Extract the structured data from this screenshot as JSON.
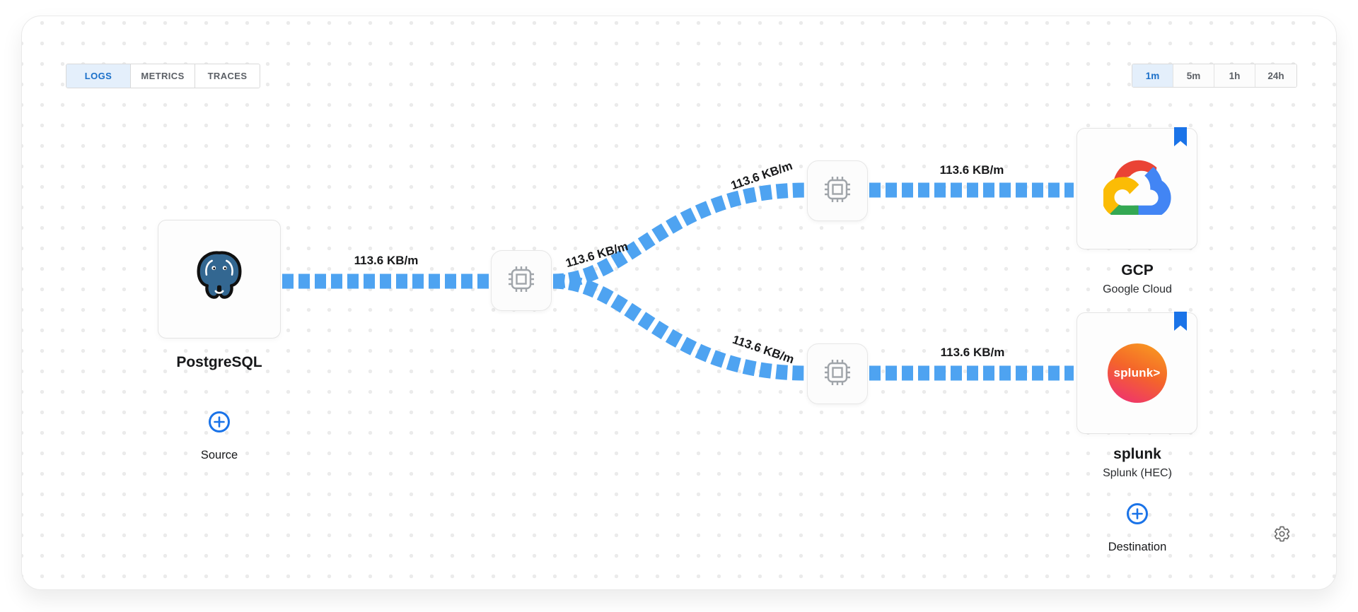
{
  "tabs": {
    "items": [
      {
        "label": "LOGS",
        "selected": true
      },
      {
        "label": "METRICS",
        "selected": false
      },
      {
        "label": "TRACES",
        "selected": false
      }
    ]
  },
  "time_ranges": {
    "items": [
      {
        "label": "1m",
        "selected": true
      },
      {
        "label": "5m",
        "selected": false
      },
      {
        "label": "1h",
        "selected": false
      },
      {
        "label": "24h",
        "selected": false
      }
    ]
  },
  "nodes": {
    "source": {
      "title": "PostgreSQL"
    },
    "processors": [
      {
        "name": "processor-1"
      },
      {
        "name": "processor-2"
      },
      {
        "name": "processor-3"
      }
    ],
    "destinations": [
      {
        "title": "GCP",
        "subtitle": "Google Cloud",
        "bookmarked": true
      },
      {
        "title": "splunk",
        "subtitle": "Splunk (HEC)",
        "bookmarked": true,
        "logo_text": "splunk>"
      }
    ]
  },
  "edges": [
    {
      "label": "113.6 KB/m"
    },
    {
      "label": "113.6 KB/m"
    },
    {
      "label": "113.6 KB/m"
    },
    {
      "label": "113.6 KB/m"
    },
    {
      "label": "113.6 KB/m"
    },
    {
      "label": "113.6 KB/m"
    }
  ],
  "actions": {
    "add_source": "Source",
    "add_destination": "Destination"
  },
  "colors": {
    "flow_blue": "#4ea3f1",
    "accent_blue": "#1a73e8",
    "selected_bg": "#e4effb",
    "selected_text": "#1a6fc9",
    "postgres_blue": "#336791"
  }
}
